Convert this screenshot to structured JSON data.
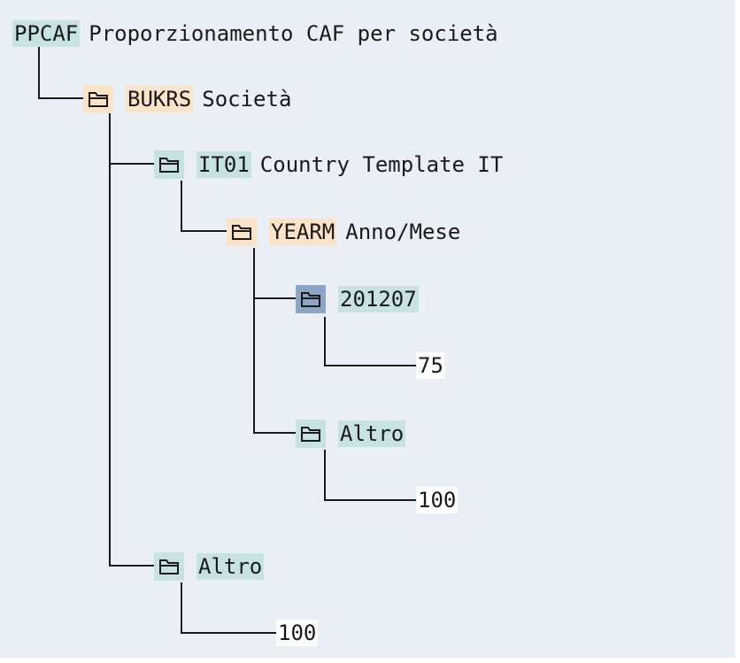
{
  "tree": {
    "root": {
      "code": "PPCAF",
      "description": "Proporzionamento CAF per società"
    },
    "bukrs": {
      "code": "BUKRS",
      "description": "Società",
      "icon": "folder-icon"
    },
    "it01": {
      "code": "IT01",
      "description": "Country Template IT",
      "icon": "folder-icon"
    },
    "yearm": {
      "code": "YEARM",
      "description": "Anno/Mese",
      "icon": "folder-icon"
    },
    "period_201207": {
      "code": "201207",
      "icon": "folder-icon",
      "selected": true,
      "value": "75"
    },
    "yearm_other": {
      "code": "Altro",
      "icon": "folder-icon",
      "value": "100"
    },
    "bukrs_other": {
      "code": "Altro",
      "icon": "folder-icon",
      "value": "100"
    }
  },
  "colors": {
    "background": "#e9eff5",
    "highlight_teal": "#c7e3e1",
    "highlight_peach": "#fae3c8",
    "selected_folder": "#8fa5c6",
    "focus_marker": "#e02020"
  }
}
